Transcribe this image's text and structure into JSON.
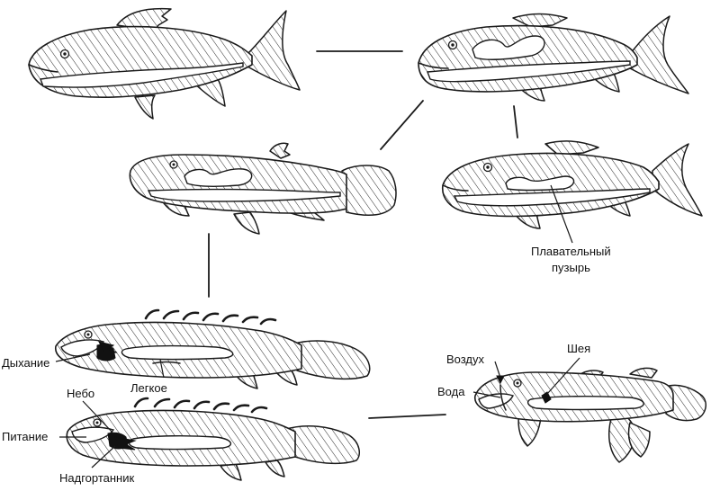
{
  "labels": {
    "swim_bladder_line1": "Плавательный",
    "swim_bladder_line2": "пузырь",
    "breathing": "Дыхание",
    "lung": "Легкое",
    "palate": "Небо",
    "feeding": "Питание",
    "epiglottis": "Надгортанник",
    "air": "Воздух",
    "water": "Вода",
    "neck": "Шея"
  },
  "colors": {
    "ink": "#1a1a1a",
    "background": "#ffffff"
  }
}
